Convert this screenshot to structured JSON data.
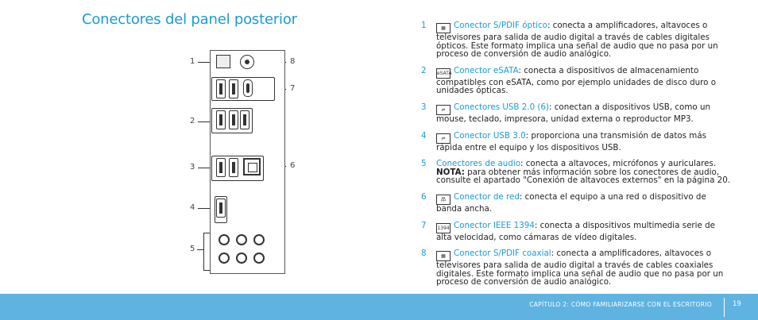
{
  "page": {
    "title": "Conectores del panel posterior"
  },
  "callouts": {
    "left": [
      "1",
      "2",
      "3",
      "4",
      "5"
    ],
    "right": [
      "8",
      "7",
      "6"
    ]
  },
  "items": [
    {
      "num": "1",
      "icon": "spdif-optical-icon",
      "name": "Conector S/PDIF óptico",
      "text": ": conecta a amplificadores, altavoces o televisores para salida de audio digital a través de cables digitales ópticos. Este formato implica una señal de audio que no pasa por un proceso de conversión de audio analógico."
    },
    {
      "num": "2",
      "icon": "esata-icon",
      "icon_text": "eSATA",
      "name": "Conector eSATA",
      "text": ": conecta a dispositivos de almacenamiento compatibles con eSATA, como por ejemplo unidades de disco duro o unidades ópticas."
    },
    {
      "num": "3",
      "icon": "usb-icon",
      "name": "Conectores USB 2.0 (6)",
      "text": ": conectan a dispositivos USB, como un mouse, teclado, impresora, unidad externa o reproductor MP3."
    },
    {
      "num": "4",
      "icon": "usb3-icon",
      "name": "Conector USB 3.0",
      "text": ": proporciona una transmisión de datos más rápida entre el equipo y los dispositivos USB."
    },
    {
      "num": "5",
      "icon": "",
      "name": "Conectores de audio",
      "text": ": conecta a altavoces, micrófonos y auriculares.",
      "note_label": "NOTA:",
      "note": " para obtener más información sobre los conectores de audio, consulte el apartado \"Conexión de altavoces externos\" en la página 20."
    },
    {
      "num": "6",
      "icon": "network-icon",
      "name": "Conector de red",
      "text": ": conecta el equipo a una red o dispositivo de banda ancha."
    },
    {
      "num": "7",
      "icon": "ieee1394-icon",
      "icon_text": "1394",
      "name": "Conector IEEE 1394",
      "text": ": conecta a dispositivos multimedia serie de alta velocidad, como cámaras de vídeo digitales."
    },
    {
      "num": "8",
      "icon": "spdif-coaxial-icon",
      "name": "Conector S/PDIF coaxial",
      "text": ": conecta a amplificadores, altavoces o televisores para salida de audio digital a través de cables coaxiales digitales. Este formato implica una señal de audio que no pasa por un proceso de conversión de audio analógico."
    }
  ],
  "footer": {
    "chapter": "CAPÍTULO 2: CÓMO FAMILIARIZARSE CON EL ESCRITORIO",
    "page_number": "19"
  },
  "colors": {
    "accent": "#1a9bd7",
    "footer_bar": "#5fb3e0"
  }
}
